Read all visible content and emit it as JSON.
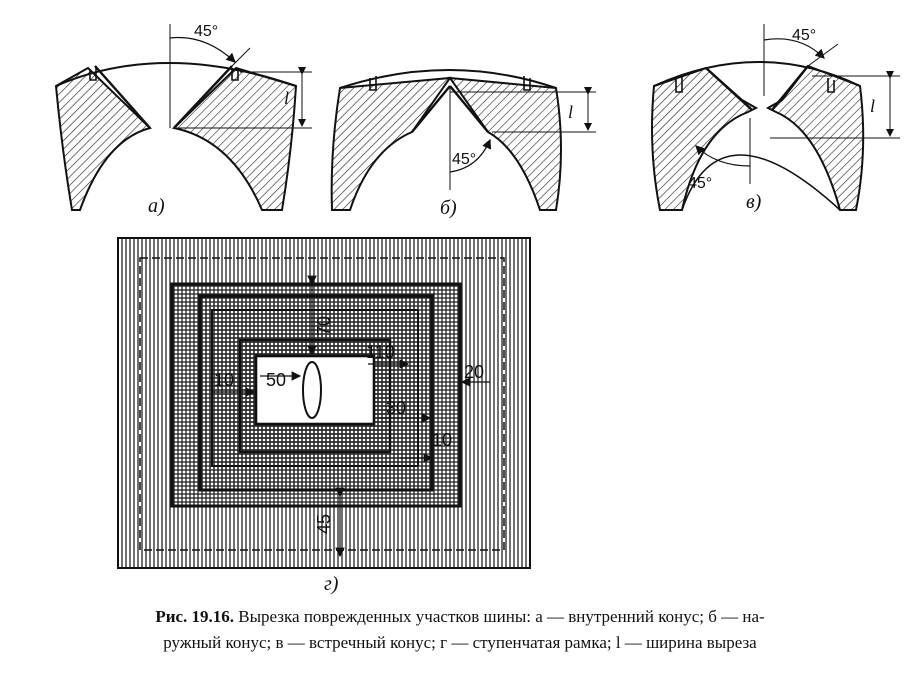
{
  "figure": {
    "panel_a": {
      "label": "а)",
      "angle": "45°",
      "width_symbol": "l"
    },
    "panel_b": {
      "label": "б)",
      "angle": "45°",
      "width_symbol": "l"
    },
    "panel_c": {
      "label": "в)",
      "angle": "45°",
      "width_symbol": "l"
    },
    "panel_d": {
      "label": "г)",
      "dims": {
        "d70": "70",
        "d110": "110",
        "d10_left": "10",
        "d50": "50",
        "d20": "20",
        "d30": "30",
        "d10_right": "10",
        "d45": "45"
      }
    }
  },
  "caption": {
    "number": "Рис. 19.16.",
    "line1": "Вырезка поврежденных участков шины: а — внутренний конус; б — на-",
    "line2": "ружный конус; в — встречный конус; г — ступенчатая рамка; l — ширина выреза"
  },
  "colors": {
    "ink": "#111111",
    "paper": "#ffffff"
  }
}
